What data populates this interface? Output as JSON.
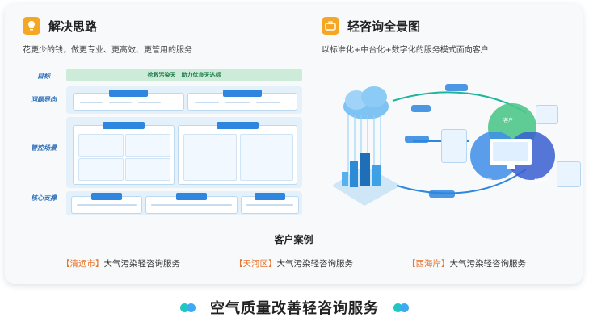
{
  "left_panel": {
    "icon": "lightbulb-icon",
    "title": "解决思路",
    "subtitle": "花更少的钱，做更专业、更高效、更管用的服务",
    "row_labels": [
      "目标",
      "问题导向",
      "管控场景",
      "核心支撑"
    ],
    "goal_banner": "抢救污染天　助力优良天达标"
  },
  "right_panel": {
    "icon": "briefcase-icon",
    "title": "轻咨询全景图",
    "subtitle": "以标准化+中台化+数字化的服务模式面向客户",
    "nodes": [
      "客户",
      "中台组",
      "现场组"
    ]
  },
  "cases": {
    "title": "客户案例",
    "items": [
      {
        "bracket_open": "【",
        "region": "清远市",
        "bracket_close": "】",
        "text": "大气污染轻咨询服务"
      },
      {
        "bracket_open": "【",
        "region": "天河区",
        "bracket_close": "】",
        "text": "大气污染轻咨询服务"
      },
      {
        "bracket_open": "【",
        "region": "西海岸",
        "bracket_close": "】",
        "text": "大气污染轻咨询服务"
      }
    ]
  },
  "footer": {
    "title": "空气质量改善轻咨询服务"
  },
  "colors": {
    "accent": "#2e86de",
    "orange": "#f5a623",
    "teal": "#1fc7c0",
    "cyan": "#3fa9f5"
  }
}
